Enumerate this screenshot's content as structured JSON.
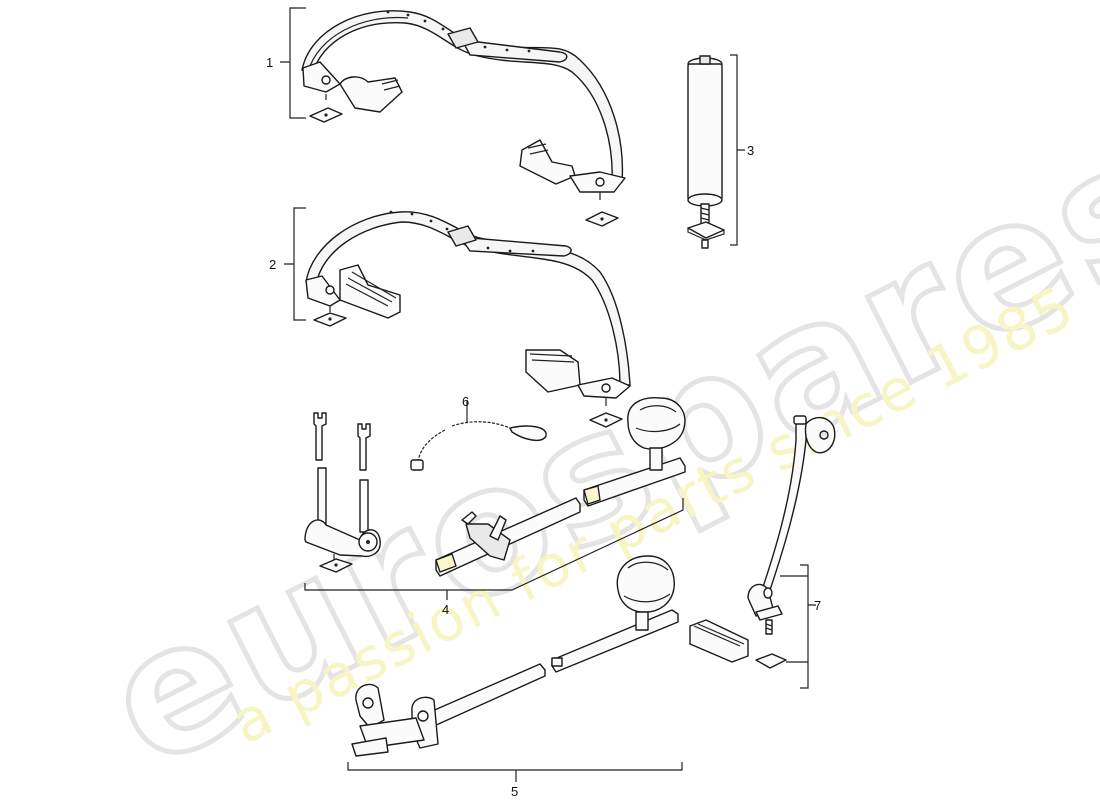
{
  "diagram": {
    "type": "exploded parts diagram",
    "subject": "roof rack / ski rack holder assembly",
    "callouts": [
      {
        "id": "1",
        "label": "1",
        "description": "strap holder with clamp brackets and square nuts"
      },
      {
        "id": "2",
        "label": "2",
        "description": "strap holder with ribbed rest blocks and square nuts"
      },
      {
        "id": "3",
        "label": "3",
        "description": "cylindrical spacer with threaded stud and square base"
      },
      {
        "id": "4",
        "label": "4",
        "description": "fork supports, square nut and crossbar with clamp"
      },
      {
        "id": "5",
        "label": "5",
        "description": "telescopic crossbar with clamp holders"
      },
      {
        "id": "6",
        "label": "6",
        "description": "cable with loop and plug"
      },
      {
        "id": "7",
        "label": "7",
        "description": "support arm with clamp, rail and square nut"
      }
    ]
  },
  "watermark": {
    "brand": "eurospares",
    "tagline": "a passion for parts since 1985",
    "brand_color": "#e4e4e4",
    "tagline_color": "#f7f5c4"
  }
}
